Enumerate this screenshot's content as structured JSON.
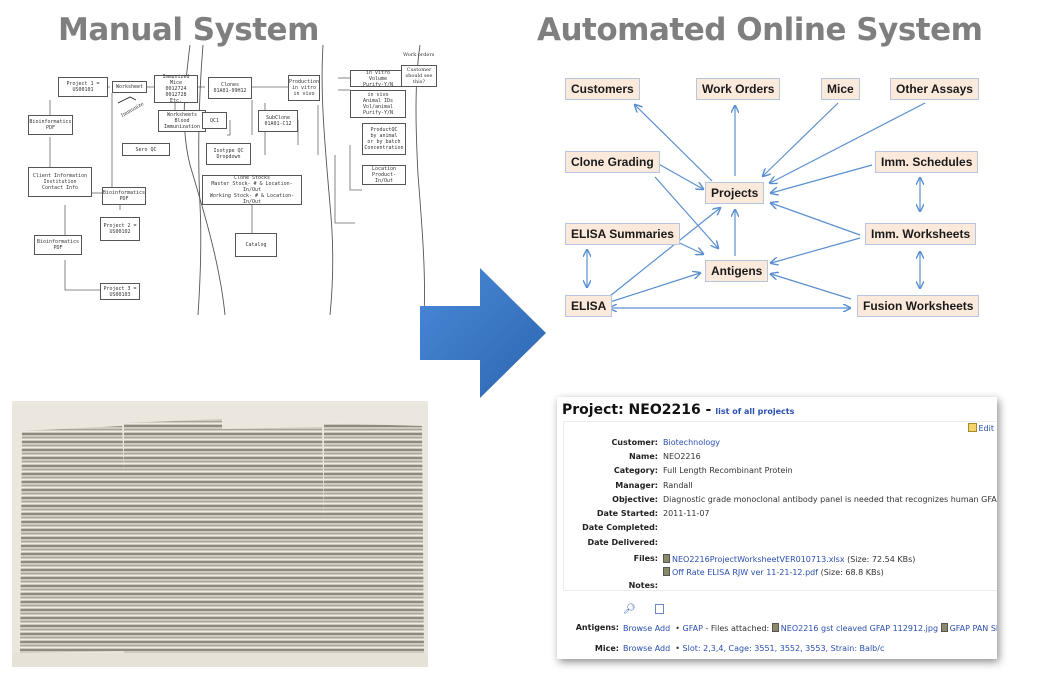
{
  "titles": {
    "left": "Manual System",
    "right": "Automated Online System"
  },
  "sketch": {
    "boxes": [
      {
        "id": "project1",
        "text": "Project 1 =\nUS00101"
      },
      {
        "id": "worksheet",
        "text": "Worksheet"
      },
      {
        "id": "immunized-mice",
        "text": "Immunized Mice\n0012724\n0012728\nEtc."
      },
      {
        "id": "clones",
        "text": "Clones\n01A01-99H12"
      },
      {
        "id": "production",
        "text": "Production\nin vitro\nin vivo"
      },
      {
        "id": "in-vitro",
        "text": "in vitro\nVolume\nPurify-Y/N"
      },
      {
        "id": "bioinformatics-1",
        "text": "Bioinformatics\nPDF"
      },
      {
        "id": "worksheets-blood",
        "text": "Worksheets\nBlood\nImmunization"
      },
      {
        "id": "qc1",
        "text": "QC1"
      },
      {
        "id": "subclone",
        "text": "SubClone\n01A01-C12"
      },
      {
        "id": "in-vivo",
        "text": "in vivo\nAnimal IDs\nVol/animal\nPurify-Y/N"
      },
      {
        "id": "sero-qc",
        "text": "Sero QC"
      },
      {
        "id": "isotype-qc",
        "text": "Isotype QC\nDropdown"
      },
      {
        "id": "product-qc",
        "text": "ProductQC\nby animal\nor by batch\nConcentration"
      },
      {
        "id": "client-info",
        "text": "Client Information\nInstitution\nContact Info"
      },
      {
        "id": "bioinformatics-2",
        "text": "Bioinformatics\nPDF"
      },
      {
        "id": "clone-stocks",
        "text": "Clone Stocks\nMaster Stock- # & Location- In/Out\nWorking Stock- # & Location- In/Out"
      },
      {
        "id": "location",
        "text": "Location\nProduct- In/Out"
      },
      {
        "id": "project2",
        "text": "Project 2 =\nUS00102"
      },
      {
        "id": "bioinformatics-3",
        "text": "Bioinformatics\nPDF"
      },
      {
        "id": "catalog",
        "text": "Catalog"
      },
      {
        "id": "project3",
        "text": "Project 3 =\nUS00103"
      }
    ],
    "annotations": {
      "immunize": "Immunize",
      "work_orders": "Work orders",
      "customer_note": "Customer\nshould see\nthis?"
    }
  },
  "flow": {
    "nodes": {
      "customers": "Customers",
      "work_orders": "Work Orders",
      "mice": "Mice",
      "other_assays": "Other Assays",
      "clone_grading": "Clone Grading",
      "projects": "Projects",
      "imm_schedules": "Imm. Schedules",
      "elisa_summaries": "ELISA Summaries",
      "imm_worksheets": "Imm. Worksheets",
      "antigens": "Antigens",
      "elisa": "ELISA",
      "fusion_worksheets": "Fusion Worksheets"
    },
    "colors": {
      "node_fill": "#fbe9dc",
      "arrow": "#5b8fcf",
      "big_arrow": "#3f7fcf"
    }
  },
  "project": {
    "title": "Project: NEO2216 -",
    "list_link": "list of all projects",
    "edit_label": "Edit",
    "fields": [
      {
        "label": "Customer:",
        "value": "Biotechnology",
        "link": true
      },
      {
        "label": "Name:",
        "value": "NEO2216",
        "link": false
      },
      {
        "label": "Category:",
        "value": "Full Length Recombinant Protein",
        "link": false
      },
      {
        "label": "Manager:",
        "value": "Randall",
        "link": false
      },
      {
        "label": "Objective:",
        "value": "Diagnostic grade monoclonal antibody panel is needed that recognizes human GFAP.",
        "link": false
      },
      {
        "label": "Date Started:",
        "value": "2011-11-07",
        "link": false
      },
      {
        "label": "Date Completed:",
        "value": "",
        "link": false
      },
      {
        "label": "Date Delivered:",
        "value": "",
        "link": false
      }
    ],
    "files_label": "Files:",
    "files": [
      {
        "name": "NEO2216ProjectWorksheetVER010713.xlsx",
        "size": "(Size: 72.54 KBs)"
      },
      {
        "name": "Off Rate ELISA RJW ver 11-21-12.pdf",
        "size": "(Size: 68.8 KBs)"
      }
    ],
    "notes_label": "Notes:",
    "antigens": {
      "label": "Antigens:",
      "browse": "Browse",
      "add": "Add",
      "item": "GFAP",
      "files_attached": " - Files attached: ",
      "file1": "NEO2216 gst cleaved GFAP 112912.jpg",
      "file2": "GFAP PAN SD"
    },
    "mice": {
      "label": "Mice:",
      "browse": "Browse",
      "add": "Add",
      "item": "Slot: 2,3,4, Cage: 3551, 3552, 3553, Strain: Balb/c"
    }
  }
}
